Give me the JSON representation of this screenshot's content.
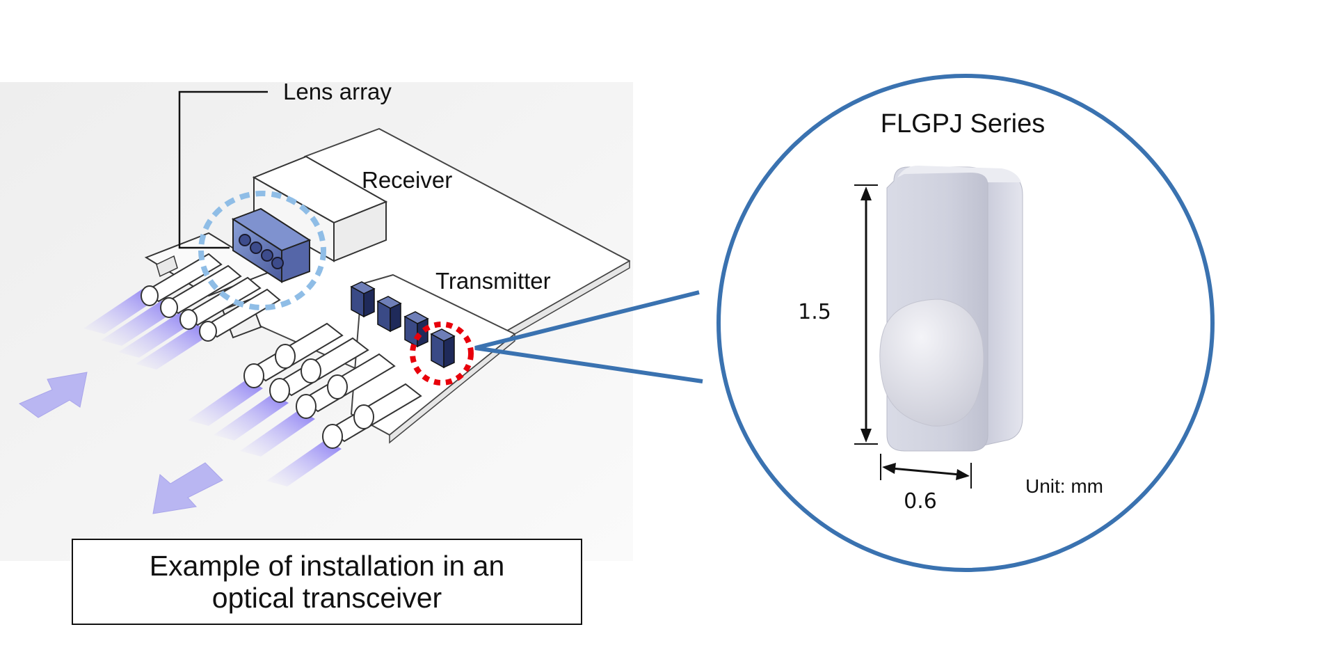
{
  "labels": {
    "lens_array": "Lens array",
    "receiver": "Receiver",
    "transmitter": "Transmitter",
    "caption": "Example of installation in an optical transceiver"
  },
  "detail": {
    "title": "FLGPJ Series",
    "height_value": "1.5",
    "width_value": "0.6",
    "unit": "Unit: mm"
  },
  "colors": {
    "callout_blue": "#3a72b0",
    "lens_highlight": "#8fbde6",
    "transmitter_highlight": "#e8000b",
    "light_beam": "#8f7bf0",
    "arrow_fill": "#b9b6f2"
  }
}
